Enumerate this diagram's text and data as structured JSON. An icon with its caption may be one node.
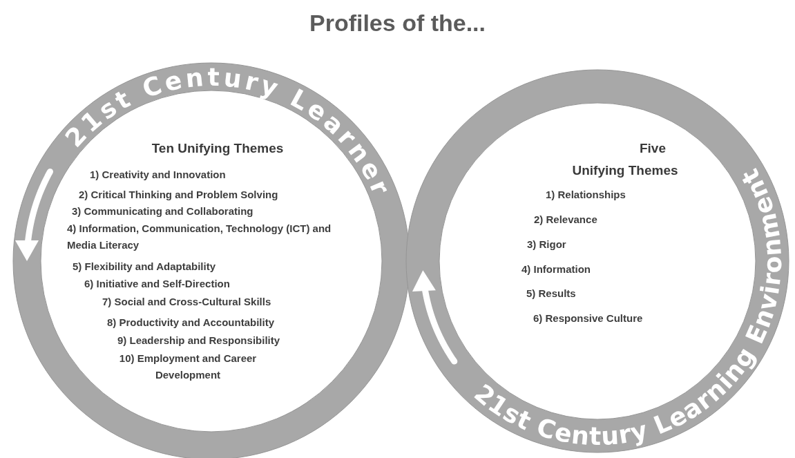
{
  "diagram": {
    "title": "Profiles of the...",
    "nodes": [
      {
        "text": [
          "21st Century Learner",
          "Ten Unifying Themes",
          "1) Creativity and Innovation",
          "2) Critical Thinking and Problem Solving",
          "3) Communicating and Collaborating",
          "4) Information, Communication, Technology (ICT) and Media Literacy",
          "5) Flexibility and Adaptability",
          "6) Initiative and Self-Direction",
          "7) Social and Cross-Cultural Skills",
          "8) Productivity and Accountability",
          "9) Leadership and Responsibility",
          "10) Employment and Career Development"
        ]
      },
      {
        "text": [
          "21st Century Learning Environment",
          "Five Unifying Themes",
          "1) Relationships",
          "2) Relevance",
          "3) Rigor",
          "4) Information",
          "5) Results",
          "6) Responsive Culture"
        ]
      }
    ]
  }
}
